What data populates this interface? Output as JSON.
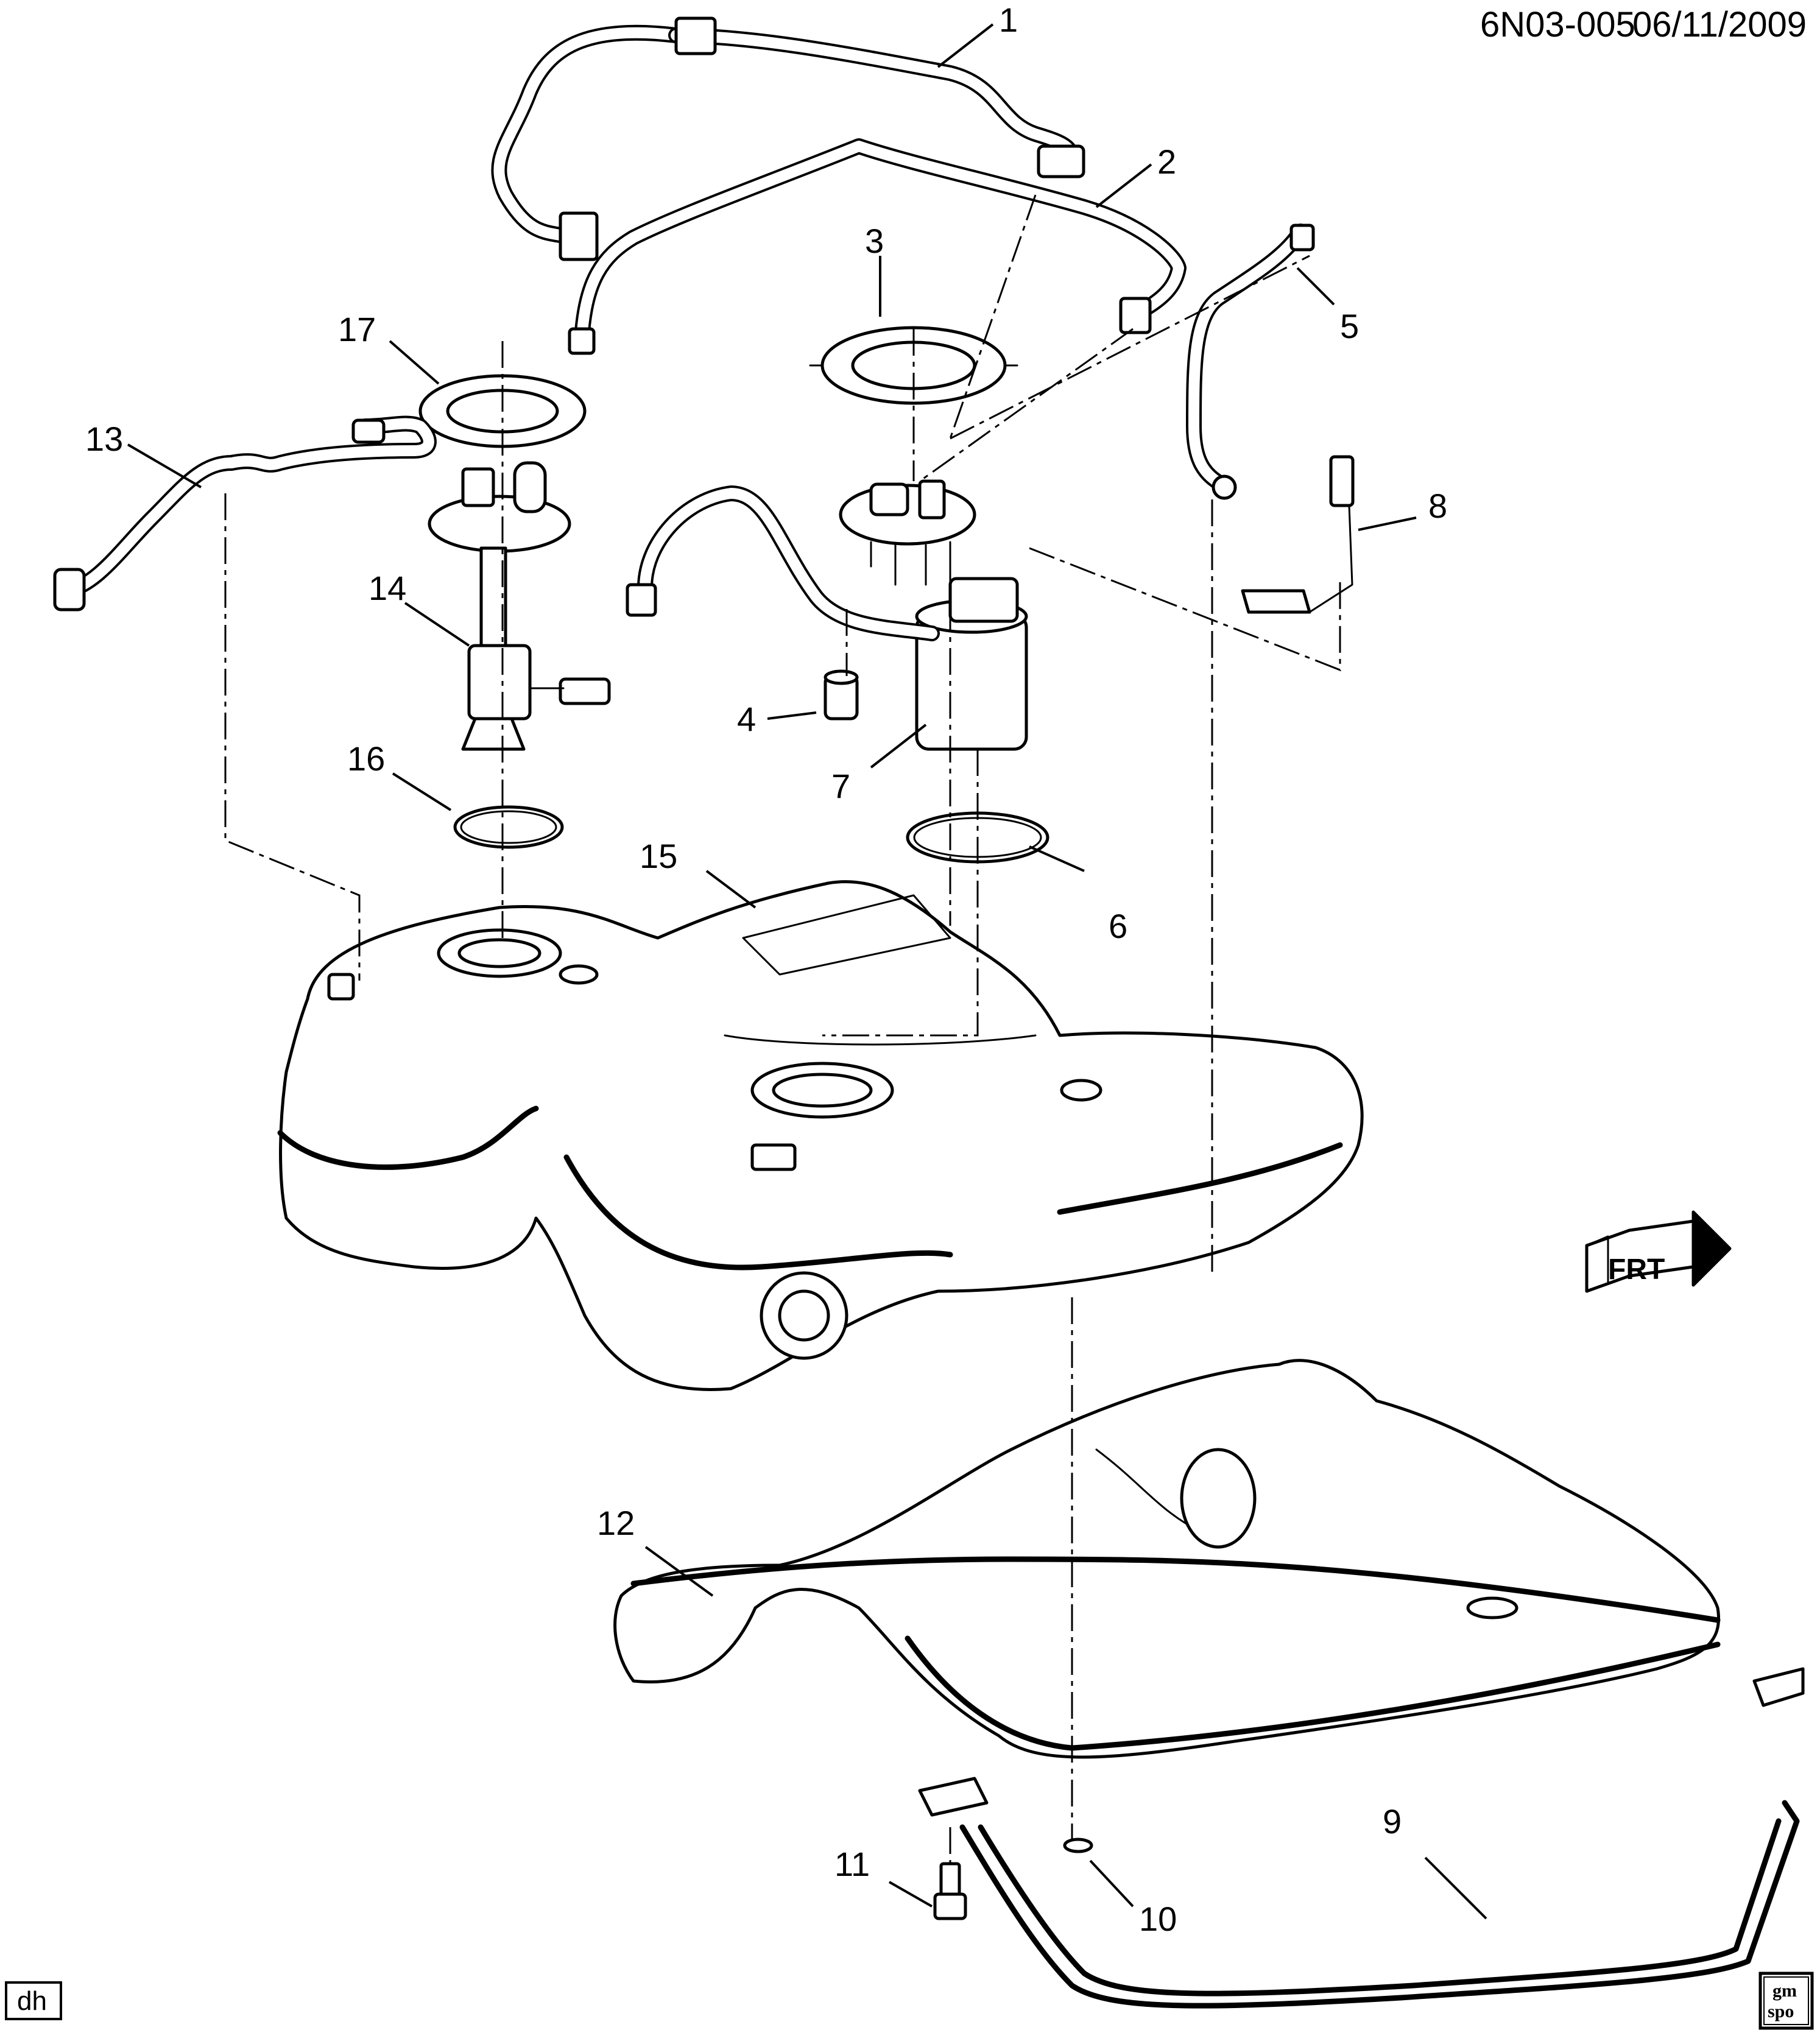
{
  "header": {
    "diagram_id": "6N03-005",
    "date": "06/11/2009"
  },
  "callouts": [
    "1",
    "2",
    "3",
    "4",
    "5",
    "6",
    "7",
    "8",
    "9",
    "10",
    "11",
    "12",
    "13",
    "14",
    "15",
    "16",
    "17"
  ],
  "direction_indicator": {
    "label": "FRT",
    "icon": "front-arrow-icon"
  },
  "footer": {
    "initials": "dh",
    "logo_line1": "gm",
    "logo_line2": "spo"
  }
}
